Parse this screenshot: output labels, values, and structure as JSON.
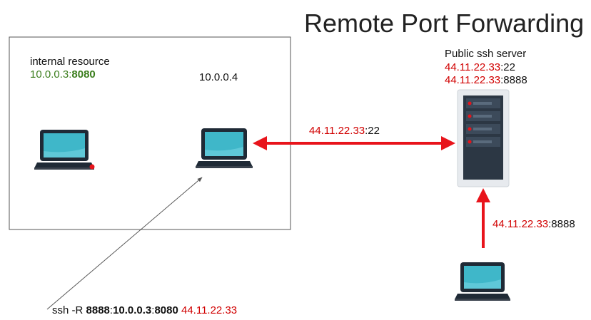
{
  "title": "Remote Port Forwarding",
  "internal": {
    "name": "internal resource",
    "ip": "10.0.0.3",
    "sep": ":",
    "port": "8080"
  },
  "middle_host": {
    "ip": "10.0.0.4"
  },
  "server": {
    "name": "Public ssh server",
    "addr1_ip": "44.11.22.33",
    "addr1_port": ":22",
    "addr2_ip": "44.11.22.33",
    "addr2_port": ":8888"
  },
  "link_top": {
    "ip": "44.11.22.33",
    "port": ":22"
  },
  "link_right": {
    "ip": "44.11.22.33",
    "port": ":8888"
  },
  "command": {
    "prefix": "ssh -R ",
    "remote_port": "8888",
    "c1": ":",
    "target_ip": "10.0.0.3",
    "c2": ":",
    "target_port": "8080",
    "space": " ",
    "server_ip": "44.11.22.33"
  },
  "colors": {
    "red": "#d10000",
    "green": "#3a7d1c",
    "laptop_screen": "#3fb7c9",
    "laptop_frame": "#1f2a36",
    "server_body": "#2c3744"
  }
}
